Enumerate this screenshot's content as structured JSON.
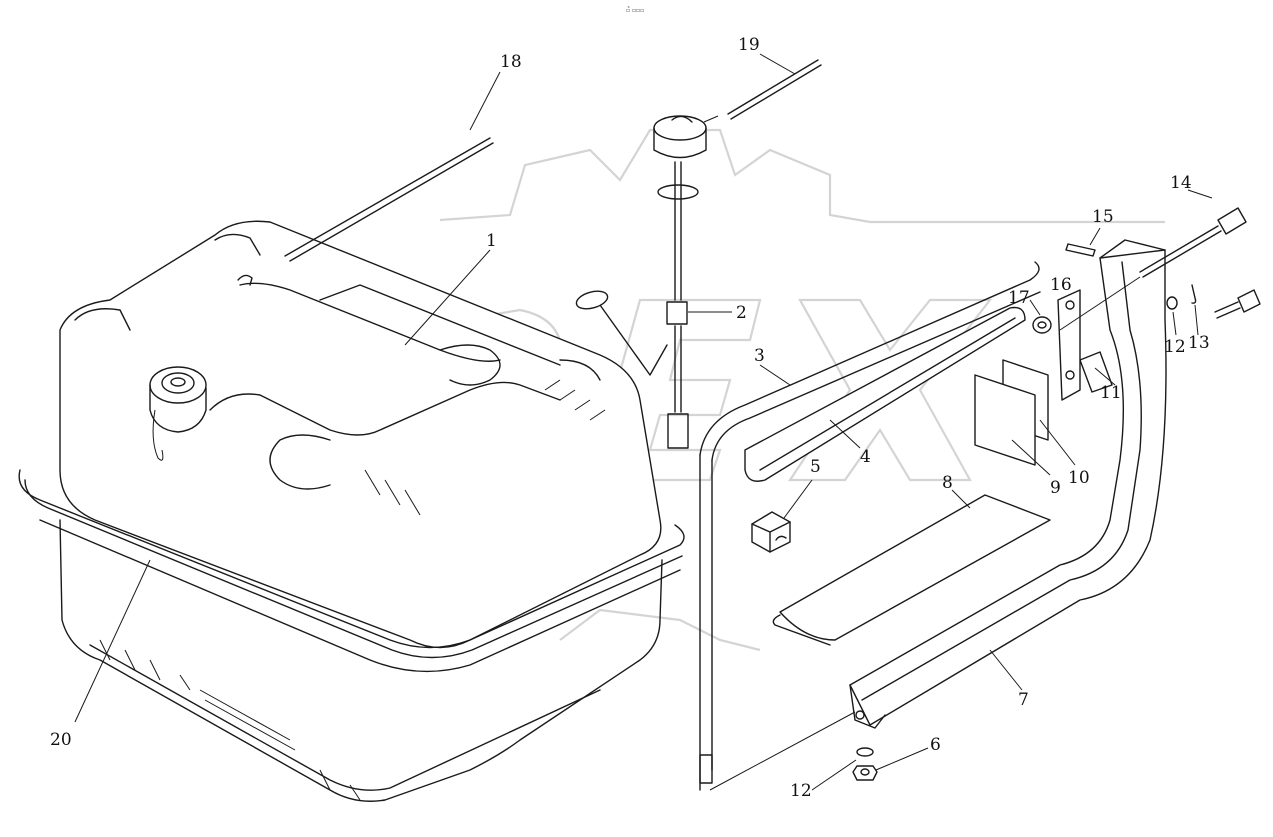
{
  "header": {
    "code": "▫̊ ▫▫▫"
  },
  "watermark": {
    "text": "OPEX"
  },
  "labels": [
    {
      "id": "1",
      "text": "1"
    },
    {
      "id": "2",
      "text": "2"
    },
    {
      "id": "3",
      "text": "3"
    },
    {
      "id": "4",
      "text": "4"
    },
    {
      "id": "5",
      "text": "5"
    },
    {
      "id": "6",
      "text": "6"
    },
    {
      "id": "7",
      "text": "7"
    },
    {
      "id": "8",
      "text": "8"
    },
    {
      "id": "9",
      "text": "9"
    },
    {
      "id": "10",
      "text": "10"
    },
    {
      "id": "11",
      "text": "11"
    },
    {
      "id": "12a",
      "text": "12"
    },
    {
      "id": "12b",
      "text": "12"
    },
    {
      "id": "13",
      "text": "13"
    },
    {
      "id": "14",
      "text": "14"
    },
    {
      "id": "15",
      "text": "15"
    },
    {
      "id": "16",
      "text": "16"
    },
    {
      "id": "17",
      "text": "17"
    },
    {
      "id": "18",
      "text": "18"
    },
    {
      "id": "19",
      "text": "19"
    },
    {
      "id": "20",
      "text": "20"
    }
  ]
}
